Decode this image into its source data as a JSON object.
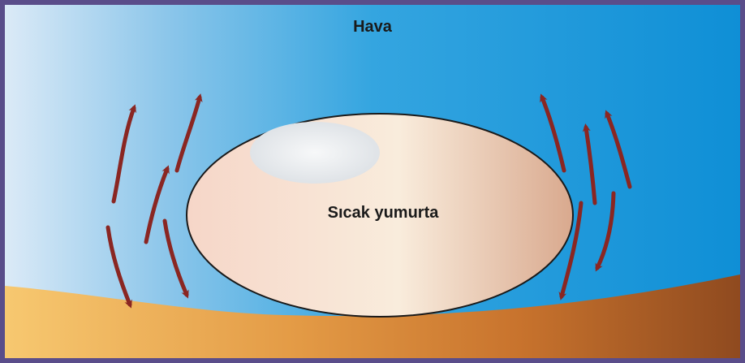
{
  "labels": {
    "air": "Hava",
    "egg": "Sıcak yumurta"
  },
  "colors": {
    "frame": "#5a4d8a",
    "air_light": "#dbeaf7",
    "air_dark": "#0f8fd6",
    "ground_light": "#f7c870",
    "ground_mid": "#d98736",
    "ground_dark": "#8f4a1f",
    "egg_light": "#f9ecdc",
    "egg_dark": "#d9a98e",
    "egg_highlight": "#e9ecef",
    "arrow": "#8a2622"
  },
  "arrows": {
    "left_side": [
      "up",
      "up",
      "up",
      "down",
      "down"
    ],
    "right_side": [
      "up",
      "up",
      "up",
      "down",
      "down"
    ]
  }
}
